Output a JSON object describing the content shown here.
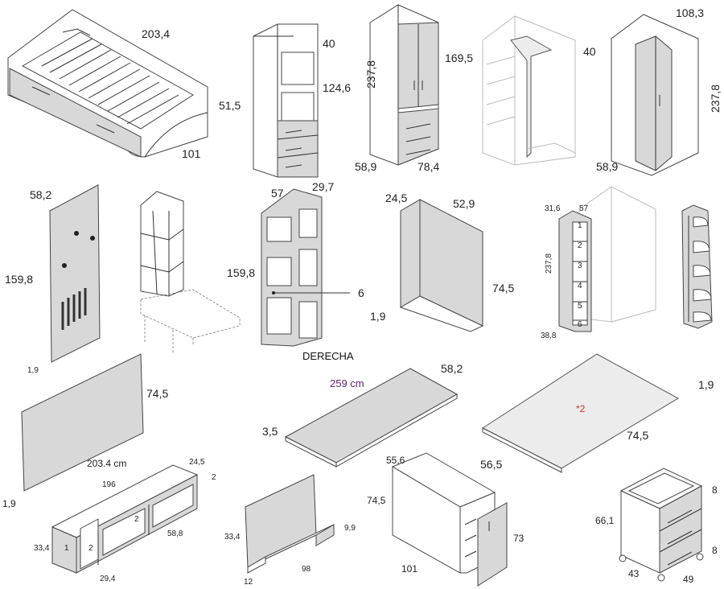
{
  "bed": {
    "length": "203,4",
    "height": "51,5",
    "width": "101"
  },
  "open_shelving": {
    "top": "40",
    "middle": "124,6"
  },
  "wardrobe_two_door": {
    "height": "237,8",
    "door_height": "169,5",
    "depth": "58,9",
    "width": "78,4"
  },
  "corner_wardrobe": {
    "top": "40",
    "width": "108,3",
    "height": "237,8",
    "depth": "58,9"
  },
  "wall_panel": {
    "width": "58,2",
    "height": "159,8",
    "thickness": "1,9"
  },
  "bookcase": {
    "width": "57",
    "depth": "29,7",
    "height": "159,8",
    "callout": "6",
    "side_label": "DERECHA"
  },
  "l_panel": {
    "depth": "24,5",
    "width": "52,9",
    "height": "74,5",
    "thickness": "1,9"
  },
  "terminal_shelf": {
    "width": "31,6",
    "depth": "57",
    "height": "237,8",
    "base": "38,8",
    "levels": [
      "1",
      "2",
      "3",
      "4",
      "5",
      "6"
    ]
  },
  "headboard": {
    "height": "74,5",
    "length": "203.4 cm",
    "thickness": "1,9"
  },
  "desk_top_long": {
    "length": "259 cm",
    "width": "58,2",
    "thickness": "3,5"
  },
  "desk_top_large": {
    "thickness": "1,9",
    "depth": "74,5",
    "marker": "*2"
  },
  "low_shelf": {
    "depth": "24,5",
    "length": "196",
    "thickness": "2",
    "height": "33,4",
    "right_height": "58,8",
    "left_depth": "29,4",
    "cells": [
      "1",
      "2",
      "2"
    ]
  },
  "book_rack": {
    "height": "33,4",
    "lip": "9,9",
    "depth": "12",
    "length": "98"
  },
  "desk_drawer_unit": {
    "depth": "55,6",
    "width": "56,5",
    "height": "74,5",
    "drawer_height": "73",
    "length": "101"
  },
  "pedestal": {
    "height": "66,1",
    "top_gap": "8",
    "bottom_gap": "8",
    "width": "43",
    "depth": "49"
  }
}
